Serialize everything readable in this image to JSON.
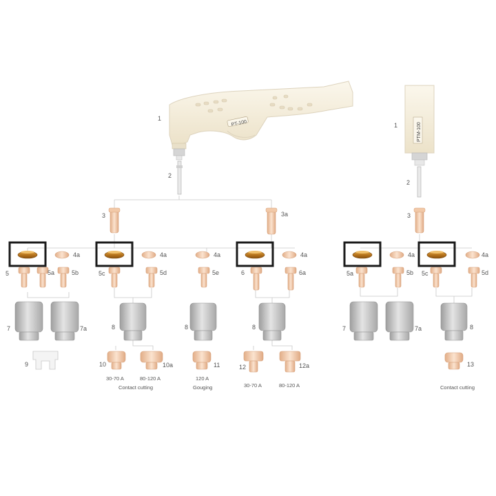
{
  "torches": {
    "pt100": {
      "model": "PT-100",
      "number": "1"
    },
    "ptm100": {
      "model": "PTM-100",
      "number": "1"
    }
  },
  "labels": {
    "n2_left": "2",
    "n2_right": "2",
    "n3_left": "3",
    "n3a": "3a",
    "n3_right": "3",
    "n4a_1": "4a",
    "n4a_2": "4a",
    "n4a_3": "4a",
    "n4a_4": "4a",
    "n4a_5": "4a",
    "n4a_6": "4a",
    "n5_1": "5",
    "n5a_1": "5a",
    "n5b_1": "5b",
    "n5c_1": "5c",
    "n5d_1": "5d",
    "n5e": "5e",
    "n6": "6",
    "n6a": "6a",
    "n5a_2": "5a",
    "n5b_2": "5b",
    "n5c_2": "5c",
    "n5d_2": "5d",
    "n7_1": "7",
    "n7a_1": "7a",
    "n8_1": "8",
    "n8_2": "8",
    "n8_3": "8",
    "n7_2": "7",
    "n7a_2": "7a",
    "n8_4": "8",
    "n9": "9",
    "n10": "10",
    "n10a": "10a",
    "n11": "11",
    "n12": "12",
    "n12a": "12a",
    "n13": "13"
  },
  "captions": {
    "amp_10": "30-70 A",
    "amp_10a": "80-120 A",
    "amp_11": "120 A",
    "amp_12": "30-70 A",
    "amp_12a": "80-120 A",
    "group_10": "Contact cutting",
    "group_11": "Gouging",
    "group_13": "Contact cutting"
  },
  "colors": {
    "torch_body": "#f7f1e3",
    "copper": "#eec4a4",
    "ring_gold": "#c58a2c",
    "nozzle_grey": "#bcbcbc",
    "highlight_box": "#1a1a1a"
  }
}
